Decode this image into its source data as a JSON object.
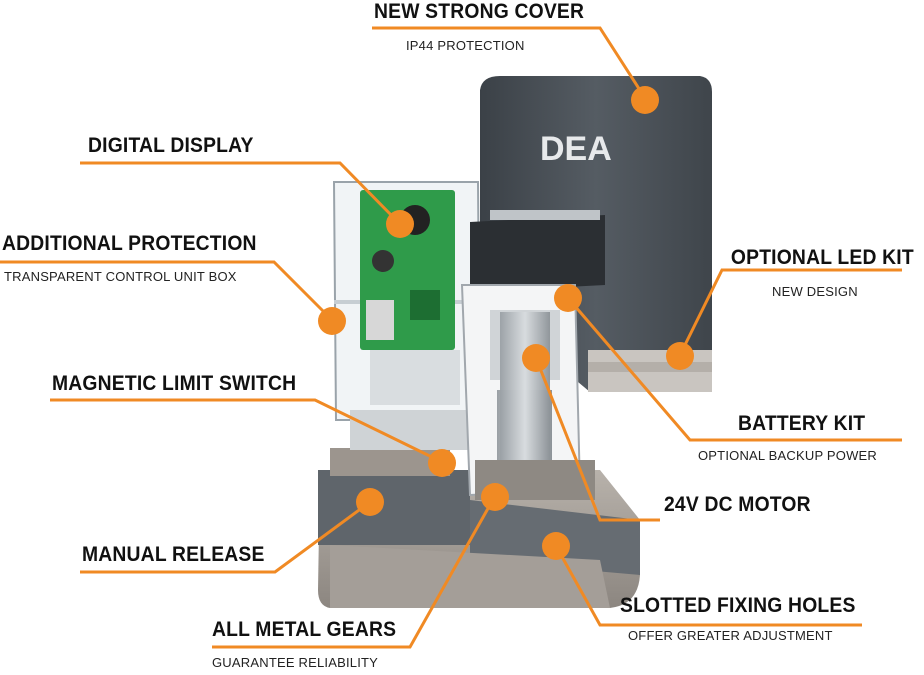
{
  "brand": {
    "logo_text": "DEA"
  },
  "colors": {
    "accent": "#f08a24",
    "cover": "#4a5158",
    "base": "#a9a39d",
    "base_dark": "#5f656b",
    "board": "#2f9b4a"
  },
  "callouts": {
    "new_cover": {
      "title": "NEW STRONG COVER",
      "subtitle": "IP44 PROTECTION"
    },
    "digital_display": {
      "title": "DIGITAL DISPLAY"
    },
    "additional_protection": {
      "title": "ADDITIONAL PROTECTION",
      "subtitle": "TRANSPARENT CONTROL UNIT BOX"
    },
    "magnetic_limit": {
      "title": "MAGNETIC LIMIT SWITCH"
    },
    "manual_release": {
      "title": "MANUAL RELEASE"
    },
    "metal_gears": {
      "title": "ALL METAL GEARS",
      "subtitle": "GUARANTEE RELIABILITY"
    },
    "led_kit": {
      "title": "OPTIONAL LED KIT",
      "subtitle": "NEW DESIGN"
    },
    "battery_kit": {
      "title": "BATTERY KIT",
      "subtitle": "OPTIONAL BACKUP POWER"
    },
    "motor": {
      "title": "24V DC MOTOR"
    },
    "fixing_holes": {
      "title": "SLOTTED FIXING HOLES",
      "subtitle": "OFFER GREATER ADJUSTMENT"
    }
  }
}
